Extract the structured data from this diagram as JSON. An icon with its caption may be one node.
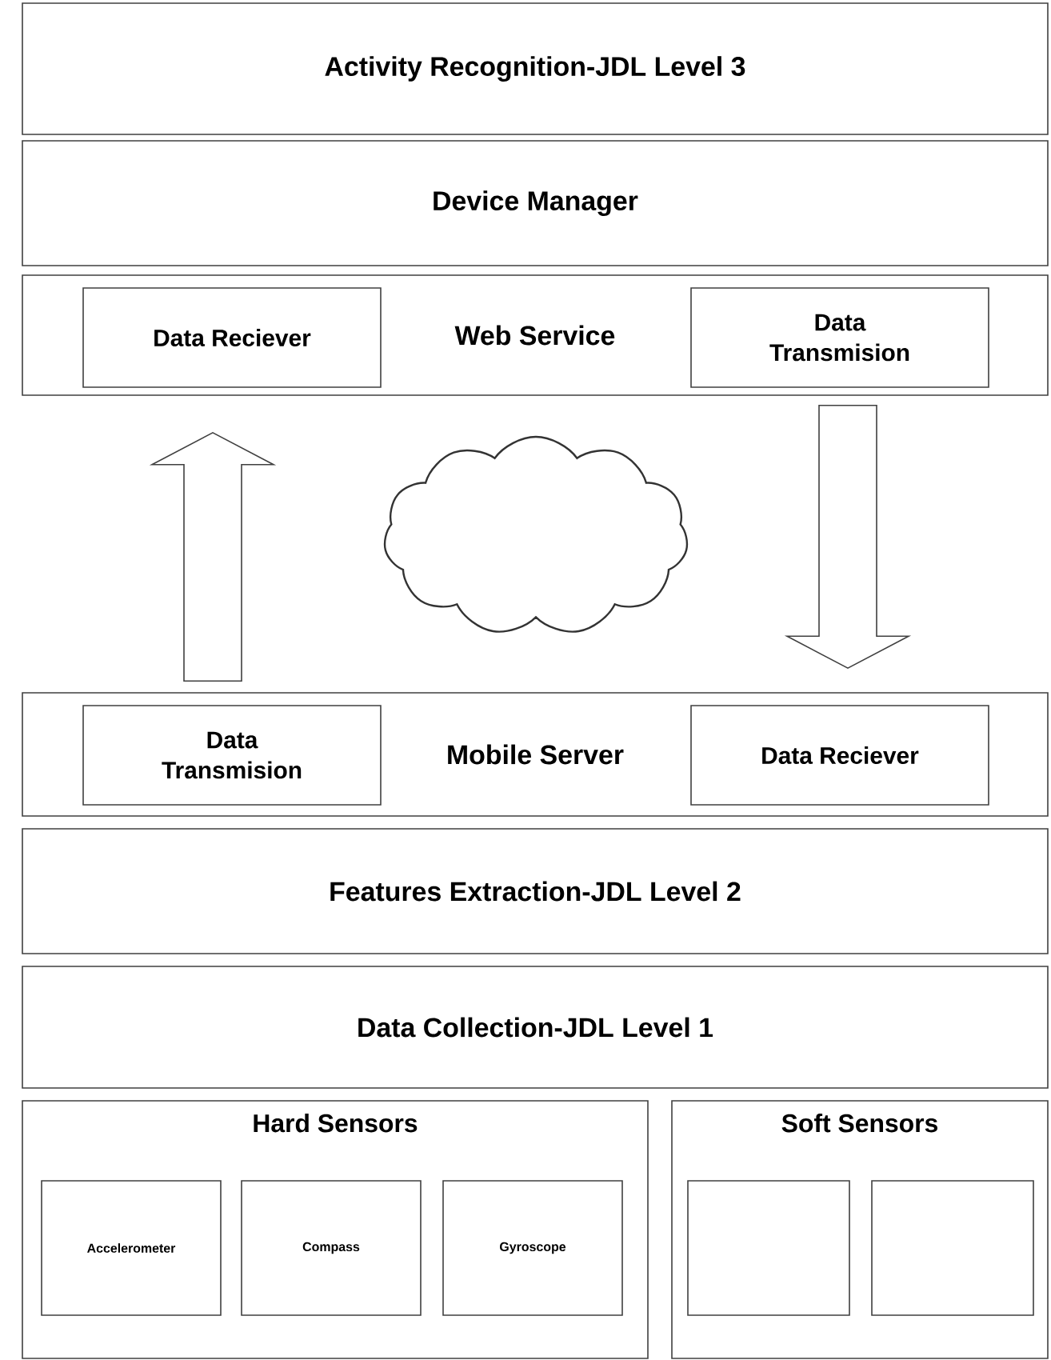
{
  "diagram": {
    "nodes": [
      {
        "text": [
          "Activity Recognition-JDL Level 3"
        ]
      },
      {
        "text": [
          "Device Manager"
        ]
      },
      {
        "text": [
          "Web Service"
        ]
      },
      {
        "text": [
          "Data Reciever"
        ],
        "in": 2
      },
      {
        "text": [
          "Data Transmision"
        ],
        "in": 2
      },
      {
        "text": [],
        "shape": "cloud"
      },
      {
        "text": [
          "Mobile Server"
        ]
      },
      {
        "text": [
          "Data Transmision"
        ],
        "in": 6
      },
      {
        "text": [
          "Data Reciever"
        ],
        "in": 6
      },
      {
        "text": [
          "Features Extraction-JDL Level 2"
        ]
      },
      {
        "text": [
          "Data Collection-JDL Level 1"
        ]
      },
      {
        "text": [
          "Hard Sensors"
        ]
      },
      {
        "text": [
          "Accelerometer"
        ],
        "in": 11
      },
      {
        "text": [
          "Compass"
        ],
        "in": 11
      },
      {
        "text": [
          "Gyroscope"
        ],
        "in": 11
      },
      {
        "text": [
          "Soft Sensors"
        ]
      },
      {
        "text": [],
        "shape": "box",
        "in": 15
      },
      {
        "text": [],
        "shape": "box",
        "in": 15
      }
    ],
    "edges": [
      {
        "from": 7,
        "to": 3,
        "arrow": "to"
      },
      {
        "from": 4,
        "to": 8,
        "arrow": "to"
      }
    ]
  }
}
